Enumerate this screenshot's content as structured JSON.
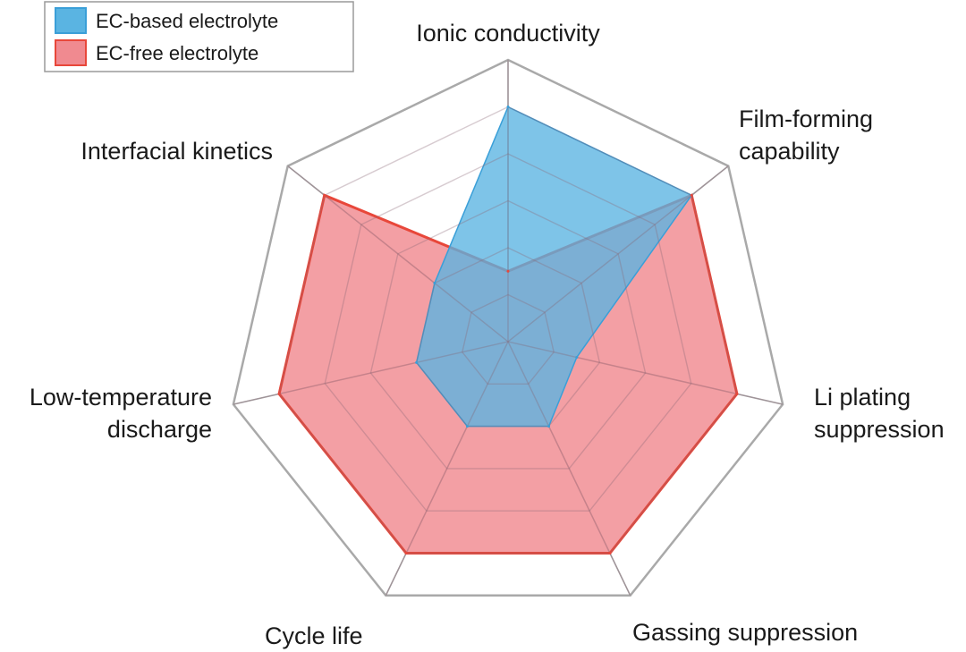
{
  "chart_data": {
    "type": "radar",
    "title": "",
    "axes": [
      "Ionic conductivity",
      "Film-forming capability",
      "Li plating suppression",
      "Gassing suppression",
      "Cycle life",
      "Low-temperature discharge",
      "Interfacial kinetics"
    ],
    "axis_labels": [
      [
        "Ionic conductivity"
      ],
      [
        "Film-forming",
        "capability"
      ],
      [
        "Li plating",
        "suppression"
      ],
      [
        "Gassing suppression"
      ],
      [
        "Cycle life"
      ],
      [
        "Low-temperature",
        "discharge"
      ],
      [
        "Interfacial kinetics"
      ]
    ],
    "scale": {
      "min": 0,
      "max": 6,
      "rings": 6,
      "grid": true
    },
    "series": [
      {
        "name": "EC-based electrolyte",
        "color": "#3a9fd8",
        "fill": "#5ab4e2",
        "values": [
          5.0,
          5.0,
          1.5,
          2.0,
          2.0,
          2.0,
          2.0
        ]
      },
      {
        "name": "EC-free electrolyte",
        "color": "#e8473a",
        "fill": "#f08a90",
        "values": [
          1.5,
          5.0,
          5.0,
          5.0,
          5.0,
          5.0,
          5.0
        ]
      }
    ],
    "legend": {
      "placement": "top-left"
    }
  }
}
